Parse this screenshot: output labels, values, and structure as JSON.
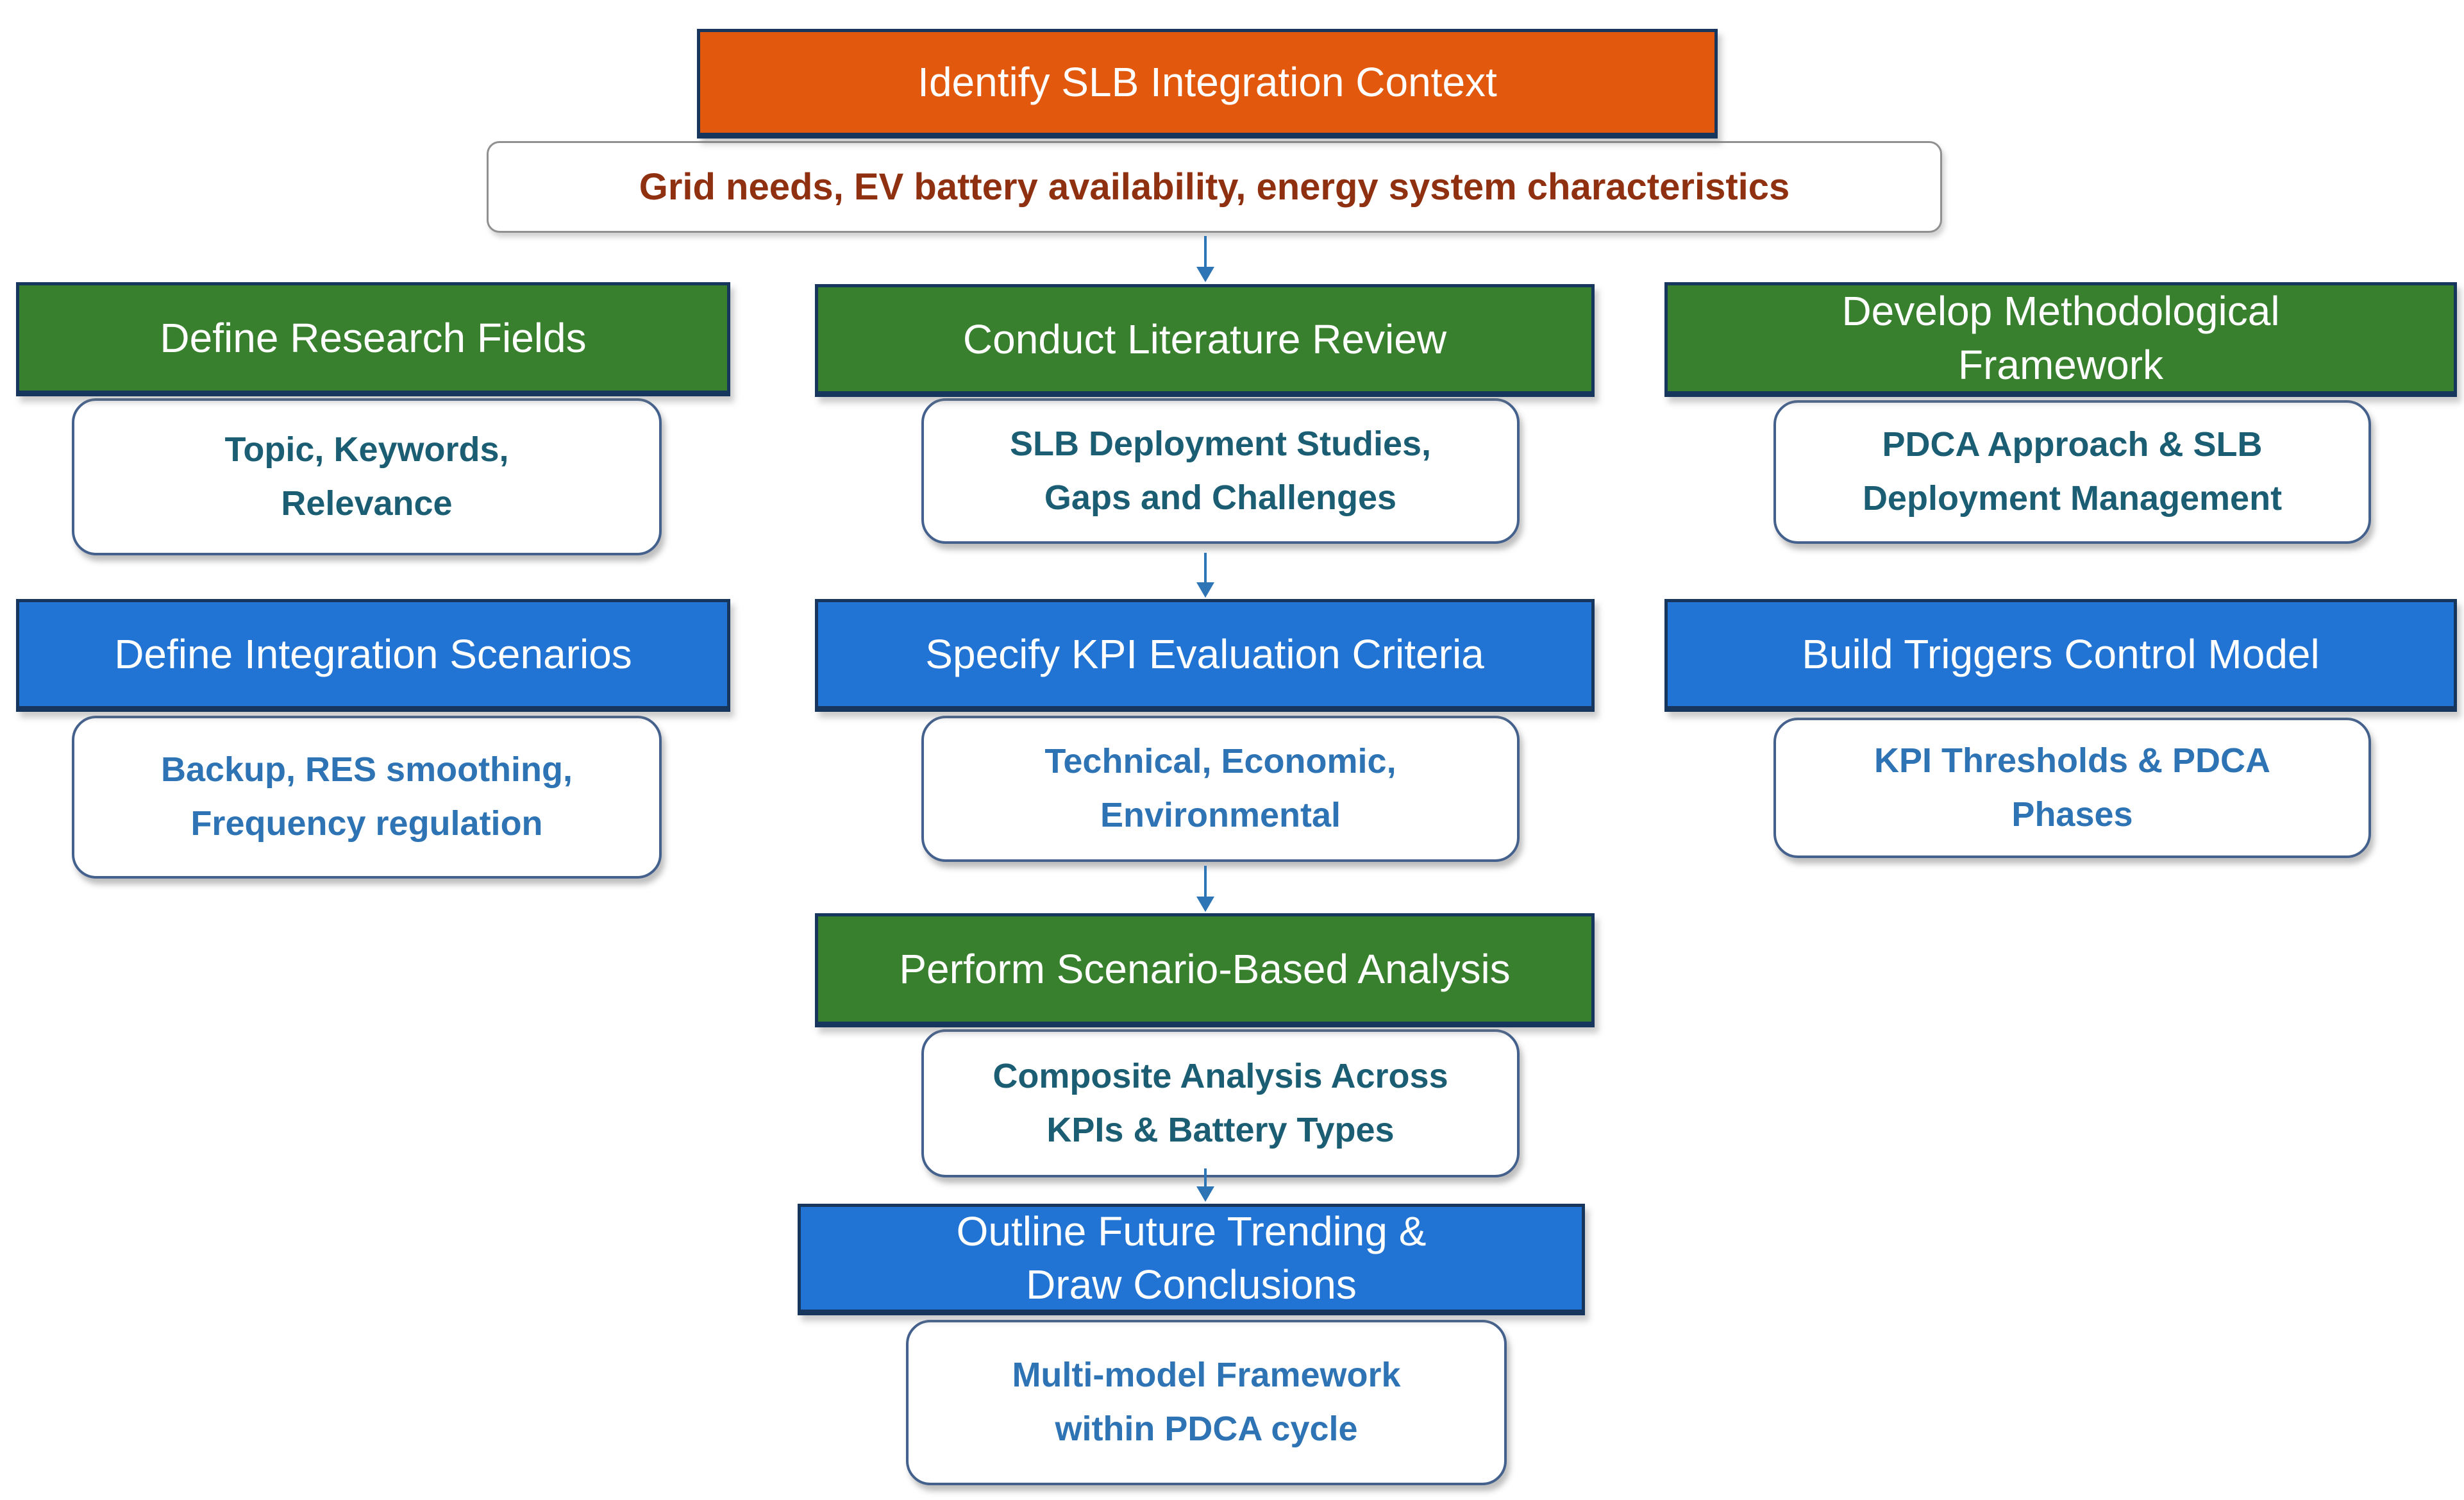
{
  "colors": {
    "orange": "#E2590E",
    "green": "#38802E",
    "blue": "#2174D3",
    "border_navy": "#17365D",
    "white_box_border": "#44618D",
    "grid_box_border": "#909090",
    "arrow": "#2E75B6",
    "teal_text": "#1B5E74",
    "blue_text": "#2E74B5",
    "dark_red_text": "#8F3010",
    "header_text": "#FFFFFF"
  },
  "nodes": {
    "identify": {
      "label": "Identify SLB Integration Context"
    },
    "grid": {
      "label": "Grid needs, EV battery availability, energy system characteristics"
    },
    "define_research": {
      "label": "Define Research Fields"
    },
    "topic": {
      "lines": [
        "Topic, Keywords,",
        "Relevance"
      ]
    },
    "conduct": {
      "label": "Conduct Literature Review"
    },
    "slb_dep": {
      "lines": [
        "SLB Deployment Studies,",
        "Gaps and Challenges"
      ]
    },
    "develop": {
      "lines": [
        "Develop Methodological",
        "Framework"
      ]
    },
    "pdca": {
      "lines": [
        "PDCA Approach & SLB",
        "Deployment Management"
      ]
    },
    "define_scenarios": {
      "label": "Define Integration Scenarios"
    },
    "backup": {
      "lines": [
        "Backup, RES smoothing,",
        "Frequency regulation"
      ]
    },
    "specify": {
      "label": "Specify KPI Evaluation Criteria"
    },
    "technical": {
      "lines": [
        "Technical, Economic,",
        "Environmental"
      ]
    },
    "build_triggers": {
      "label": "Build Triggers Control Model"
    },
    "kpi_thresholds": {
      "lines": [
        "KPI Thresholds & PDCA",
        "Phases"
      ]
    },
    "perform": {
      "label": "Perform Scenario-Based Analysis"
    },
    "composite": {
      "lines": [
        "Composite Analysis Across",
        "KPIs & Battery Types"
      ]
    },
    "outline": {
      "lines": [
        "Outline Future Trending &",
        "Draw Conclusions"
      ]
    },
    "multimodel": {
      "lines": [
        "Multi-model Framework",
        "within PDCA cycle"
      ]
    }
  }
}
